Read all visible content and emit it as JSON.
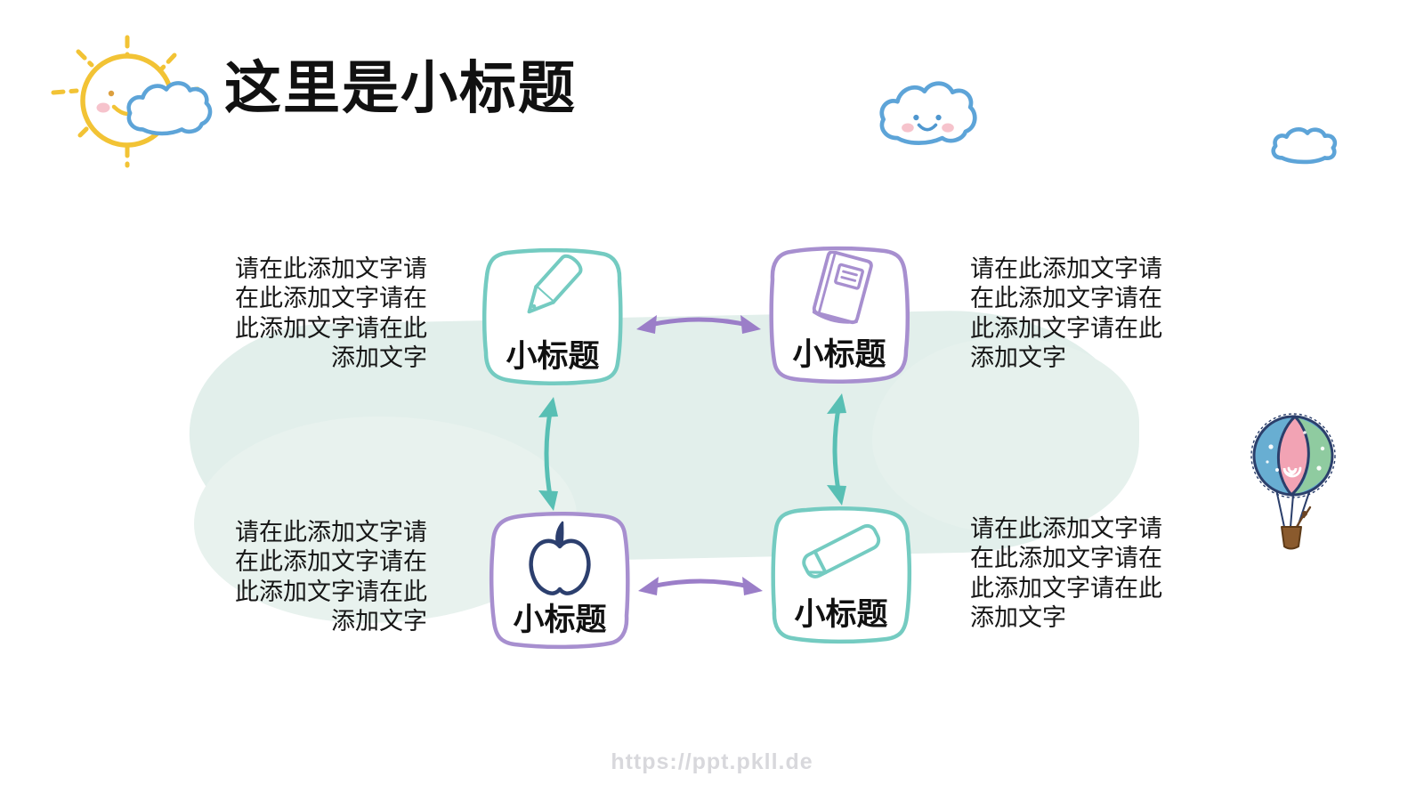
{
  "slide": {
    "title": "这里是小标题",
    "watermark": "https://ppt.pkll.de"
  },
  "nodes": [
    {
      "label": "小标题",
      "icon": "pencil-icon",
      "border_color": "#74cbc1"
    },
    {
      "label": "小标题",
      "icon": "book-icon",
      "border_color": "#a78fcf"
    },
    {
      "label": "小标题",
      "icon": "apple-icon",
      "border_color": "#a78fcf"
    },
    {
      "label": "小标题",
      "icon": "chalk-icon",
      "border_color": "#74cbc1"
    }
  ],
  "text_blocks": [
    {
      "position": "top-left",
      "align": "right",
      "text": "请在此添加文字请在此添加文字请在此添加文字请在此添加文字"
    },
    {
      "position": "top-right",
      "align": "left",
      "text": "请在此添加文字请在此添加文字请在此添加文字请在此添加文字"
    },
    {
      "position": "bottom-left",
      "align": "right",
      "text": "请在此添加文字请在此添加文字请在此添加文字请在此添加文字"
    },
    {
      "position": "bottom-right",
      "align": "left",
      "text": "请在此添加文字请在此添加文字请在此添加文字请在此添加文字"
    }
  ],
  "decorations": [
    "sun-doodle",
    "cloud",
    "cloud-with-face",
    "small-cloud",
    "hot-air-balloon"
  ],
  "colors": {
    "teal_border": "#74cbc1",
    "purple_border": "#a78fcf",
    "teal_arrow": "#58bfb4",
    "purple_arrow": "#9b7ec8",
    "navy_outline": "#2c3f6e",
    "sun_yellow": "#f2c335",
    "cloud_blue": "#5da4d8",
    "cheek_pink": "#f6c3cc",
    "blob_mint": "#e2efeb",
    "balloon_blue": "#68aed2",
    "balloon_pink": "#f2a3b4",
    "balloon_green": "#8fcba0",
    "basket_brown": "#8a5a2d",
    "watermark_gray": "#d8d8dc",
    "text_black": "#161616"
  }
}
